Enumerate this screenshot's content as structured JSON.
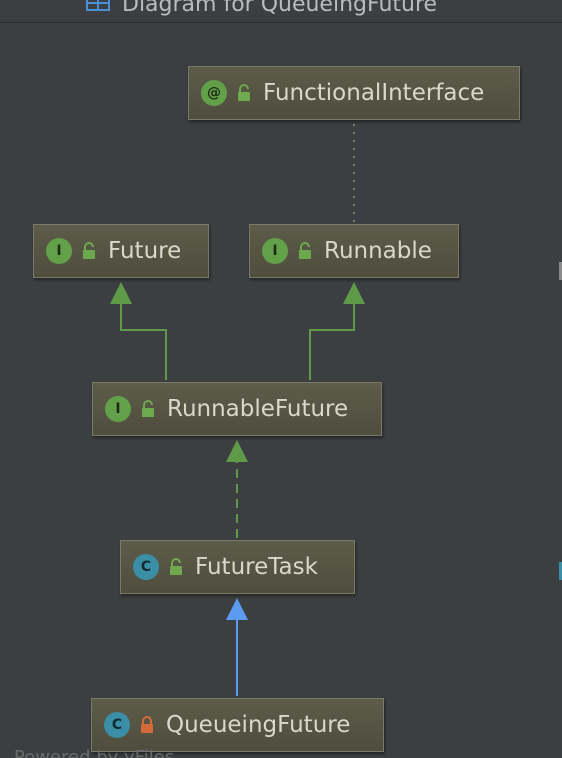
{
  "window": {
    "title": "Diagram for QueueingFuture"
  },
  "nodes": {
    "functional_interface": {
      "kind": "annotation",
      "kind_letter": "@",
      "visibility": "public",
      "label": "FunctionalInterface"
    },
    "future": {
      "kind": "interface",
      "kind_letter": "I",
      "visibility": "public",
      "label": "Future"
    },
    "runnable": {
      "kind": "interface",
      "kind_letter": "I",
      "visibility": "public",
      "label": "Runnable"
    },
    "runnable_future": {
      "kind": "interface",
      "kind_letter": "I",
      "visibility": "public",
      "label": "RunnableFuture"
    },
    "future_task": {
      "kind": "class",
      "kind_letter": "C",
      "visibility": "public",
      "label": "FutureTask"
    },
    "queueing_future": {
      "kind": "class",
      "kind_letter": "C",
      "visibility": "private",
      "label": "QueueingFuture"
    }
  },
  "edges": [
    {
      "from": "Runnable",
      "to": "FunctionalInterface",
      "type": "annotation"
    },
    {
      "from": "RunnableFuture",
      "to": "Future",
      "type": "extends-interface"
    },
    {
      "from": "RunnableFuture",
      "to": "Runnable",
      "type": "extends-interface"
    },
    {
      "from": "FutureTask",
      "to": "RunnableFuture",
      "type": "implements"
    },
    {
      "from": "QueueingFuture",
      "to": "FutureTask",
      "type": "extends"
    }
  ],
  "colors": {
    "background": "#3c3f41",
    "node_fill": "#57563f",
    "interface_edge": "#5f9a48",
    "class_edge": "#5b9bf2",
    "annotation_edge": "#8a9a70",
    "interface_icon": "#62a14a",
    "class_icon": "#3a8fa6",
    "public_lock": "#6ea84f",
    "private_lock": "#d26a3a"
  },
  "bottom_partial_text": "Powered by yFiles"
}
